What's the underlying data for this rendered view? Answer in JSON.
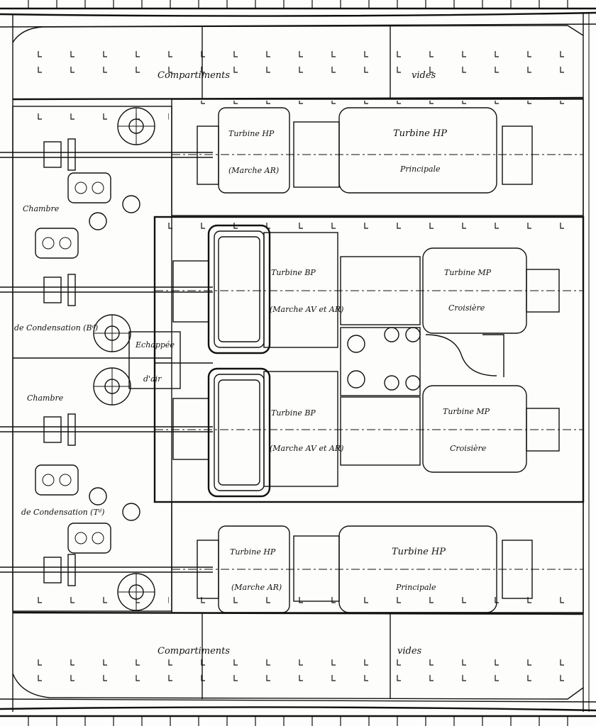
{
  "labels": {
    "compartments_top_left": "Compartiments",
    "compartments_top_right": "vides",
    "compartments_bottom_left": "Compartiments",
    "compartments_bottom_right": "vides",
    "chamber_upper_1": "Chambre",
    "chamber_upper_2": "de Condensation (Bᵈ)",
    "chamber_lower_1": "Chambre",
    "chamber_lower_2": "de Condensation (Tᵈ)",
    "air_exhaust_1": "Echappée",
    "air_exhaust_2": "d'air"
  },
  "turbines": [
    {
      "id": "hp-reverse-top",
      "line1": "Turbine HP",
      "line2": "(Marche AR)"
    },
    {
      "id": "hp-main-top",
      "line1": "Turbine HP",
      "line2": "Principale"
    },
    {
      "id": "bp-upper",
      "line1": "Turbine BP",
      "line2": "(Marche AV et AR)"
    },
    {
      "id": "mp-upper",
      "line1": "Turbine MP",
      "line2": "Croisière"
    },
    {
      "id": "bp-lower",
      "line1": "Turbine BP",
      "line2": "(Marche AV et AR)"
    },
    {
      "id": "mp-lower",
      "line1": "Turbine MP",
      "line2": "Croisière"
    },
    {
      "id": "hp-reverse-bottom",
      "line1": "Turbine HP",
      "line2": "(Marche AR)"
    },
    {
      "id": "hp-main-bottom",
      "line1": "Turbine HP",
      "line2": "Principale"
    }
  ]
}
